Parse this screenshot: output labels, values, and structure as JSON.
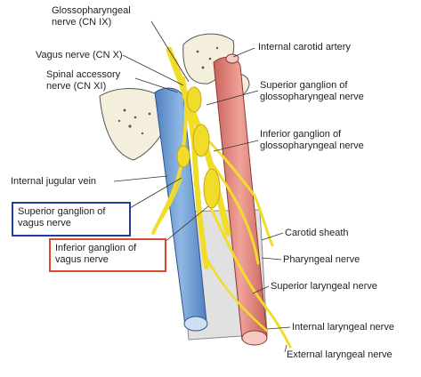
{
  "labels": {
    "glossopharyngeal": "Glossopharyngeal\nnerve (CN IX)",
    "vagus": "Vagus nerve (CN X)",
    "spinal_accessory": "Spinal accessory\nnerve (CN XI)",
    "internal_jugular": "Internal jugular vein",
    "internal_carotid": "Internal carotid artery",
    "superior_ganglion_glosso": "Superior ganglion of\nglossopharyngeal nerve",
    "inferior_ganglion_glosso": "Inferior ganglion of\nglossopharyngeal nerve",
    "carotid_sheath": "Carotid sheath",
    "pharyngeal_nerve": "Pharyngeal nerve",
    "superior_laryngeal": "Superior laryngeal nerve",
    "internal_laryngeal": "Internal laryngeal nerve",
    "external_laryngeal": "External laryngeal nerve"
  },
  "highlights": {
    "superior_ganglion_vagus": {
      "text": "Superior ganglion of\nvagus nerve",
      "color": "#1f3fa0"
    },
    "inferior_ganglion_vagus": {
      "text": "Inferior ganglion of\nvagus nerve",
      "color": "#d84a2a"
    }
  },
  "colors": {
    "vein": "#6f9fd4",
    "artery": "#e2867e",
    "nerve": "#f2dc2a",
    "bone": "#f4efdc",
    "sheath": "#c8c8c8"
  }
}
